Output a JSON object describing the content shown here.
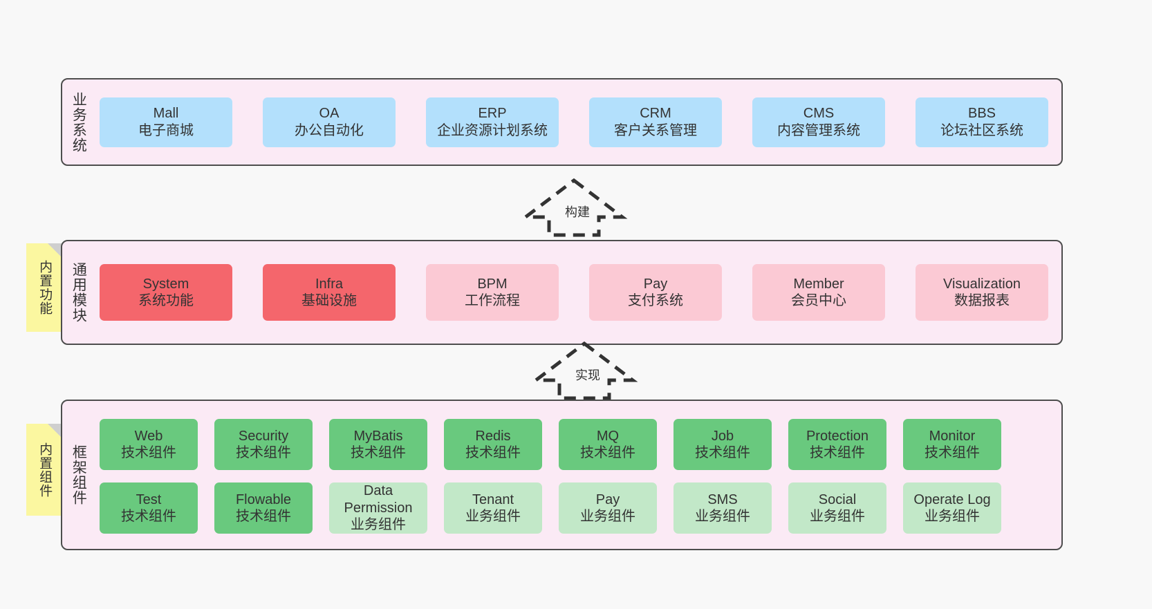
{
  "layers": [
    {
      "id": "business",
      "title": "业务系统",
      "rows": [
        [
          {
            "en": "Mall",
            "cn": "电子商城",
            "color": "blue"
          },
          {
            "en": "OA",
            "cn": "办公自动化",
            "color": "blue"
          },
          {
            "en": "ERP",
            "cn": "企业资源计划系统",
            "color": "blue"
          },
          {
            "en": "CRM",
            "cn": "客户关系管理",
            "color": "blue"
          },
          {
            "en": "CMS",
            "cn": "内容管理系统",
            "color": "blue"
          },
          {
            "en": "BBS",
            "cn": "论坛社区系统",
            "color": "blue"
          }
        ]
      ]
    },
    {
      "id": "modules",
      "title": "通用模块",
      "rows": [
        [
          {
            "en": "System",
            "cn": "系统功能",
            "color": "red"
          },
          {
            "en": "Infra",
            "cn": "基础设施",
            "color": "red"
          },
          {
            "en": "BPM",
            "cn": "工作流程",
            "color": "pink"
          },
          {
            "en": "Pay",
            "cn": "支付系统",
            "color": "pink"
          },
          {
            "en": "Member",
            "cn": "会员中心",
            "color": "pink"
          },
          {
            "en": "Visualization",
            "cn": "数据报表",
            "color": "pink"
          }
        ]
      ]
    },
    {
      "id": "framework",
      "title": "框架组件",
      "rows": [
        [
          {
            "en": "Web",
            "cn": "技术组件",
            "color": "green"
          },
          {
            "en": "Security",
            "cn": "技术组件",
            "color": "green"
          },
          {
            "en": "MyBatis",
            "cn": "技术组件",
            "color": "green"
          },
          {
            "en": "Redis",
            "cn": "技术组件",
            "color": "green"
          },
          {
            "en": "MQ",
            "cn": "技术组件",
            "color": "green"
          },
          {
            "en": "Job",
            "cn": "技术组件",
            "color": "green"
          },
          {
            "en": "Protection",
            "cn": "技术组件",
            "color": "green"
          },
          {
            "en": "Monitor",
            "cn": "技术组件",
            "color": "green"
          }
        ],
        [
          {
            "en": "Test",
            "cn": "技术组件",
            "color": "green"
          },
          {
            "en": "Flowable",
            "cn": "技术组件",
            "color": "green"
          },
          {
            "en": "Data Permission",
            "cn": "业务组件",
            "color": "lgreen"
          },
          {
            "en": "Tenant",
            "cn": "业务组件",
            "color": "lgreen"
          },
          {
            "en": "Pay",
            "cn": "业务组件",
            "color": "lgreen"
          },
          {
            "en": "SMS",
            "cn": "业务组件",
            "color": "lgreen"
          },
          {
            "en": "Social",
            "cn": "业务组件",
            "color": "lgreen"
          },
          {
            "en": "Operate Log",
            "cn": "业务组件",
            "color": "lgreen"
          }
        ]
      ]
    }
  ],
  "notes": [
    {
      "id": "modules",
      "text": "内置功能"
    },
    {
      "id": "framework",
      "text": "内置组件"
    }
  ],
  "arrows": [
    {
      "id": "build",
      "label": "构建"
    },
    {
      "id": "impl",
      "label": "实现"
    }
  ],
  "colors": {
    "canvas_bg": "#f8f8f8",
    "layer_bg": "#fbeaf5",
    "layer_border": "#4d4d4d",
    "blue": "#b3e0fc",
    "red": "#f4666c",
    "pink": "#fbc9d4",
    "green": "#69c97e",
    "light_green": "#c2e8c8",
    "note_bg": "#fbf7a0",
    "note_fold": "#cfcfcf",
    "text": "#333333"
  }
}
